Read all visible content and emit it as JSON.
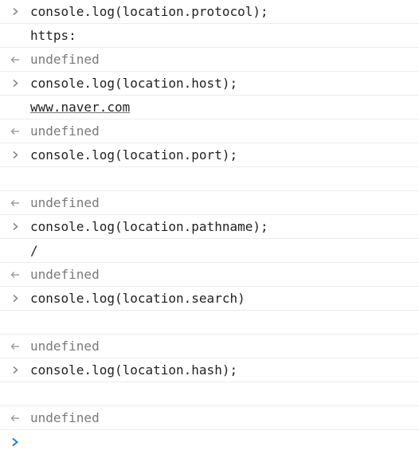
{
  "console": {
    "entries": [
      {
        "kind": "cmd",
        "text": "console.log(location.protocol);"
      },
      {
        "kind": "log",
        "text": "https:"
      },
      {
        "kind": "ret",
        "text": "undefined"
      },
      {
        "kind": "cmd",
        "text": "console.log(location.host);"
      },
      {
        "kind": "log",
        "text": "www.naver.com",
        "link": true
      },
      {
        "kind": "ret",
        "text": "undefined"
      },
      {
        "kind": "cmd",
        "text": "console.log(location.port);"
      },
      {
        "kind": "log",
        "text": ""
      },
      {
        "kind": "ret",
        "text": "undefined"
      },
      {
        "kind": "cmd",
        "text": "console.log(location.pathname);"
      },
      {
        "kind": "log",
        "text": "/"
      },
      {
        "kind": "ret",
        "text": "undefined"
      },
      {
        "kind": "cmd",
        "text": "console.log(location.search)"
      },
      {
        "kind": "log",
        "text": ""
      },
      {
        "kind": "ret",
        "text": "undefined"
      },
      {
        "kind": "cmd",
        "text": "console.log(location.hash);"
      },
      {
        "kind": "log",
        "text": ""
      },
      {
        "kind": "ret",
        "text": "undefined"
      }
    ],
    "prompt": {
      "value": ""
    }
  },
  "icons": {
    "command": "chevron-right-icon",
    "return": "return-arrow-icon",
    "prompt": "prompt-chevron-icon"
  },
  "colors": {
    "command_chevron": "#8a8a8a",
    "return_arrow": "#9a9a9a",
    "prompt_chevron": "#1a73e8",
    "return_text": "#7a7a7a",
    "row_border": "#ececec"
  }
}
